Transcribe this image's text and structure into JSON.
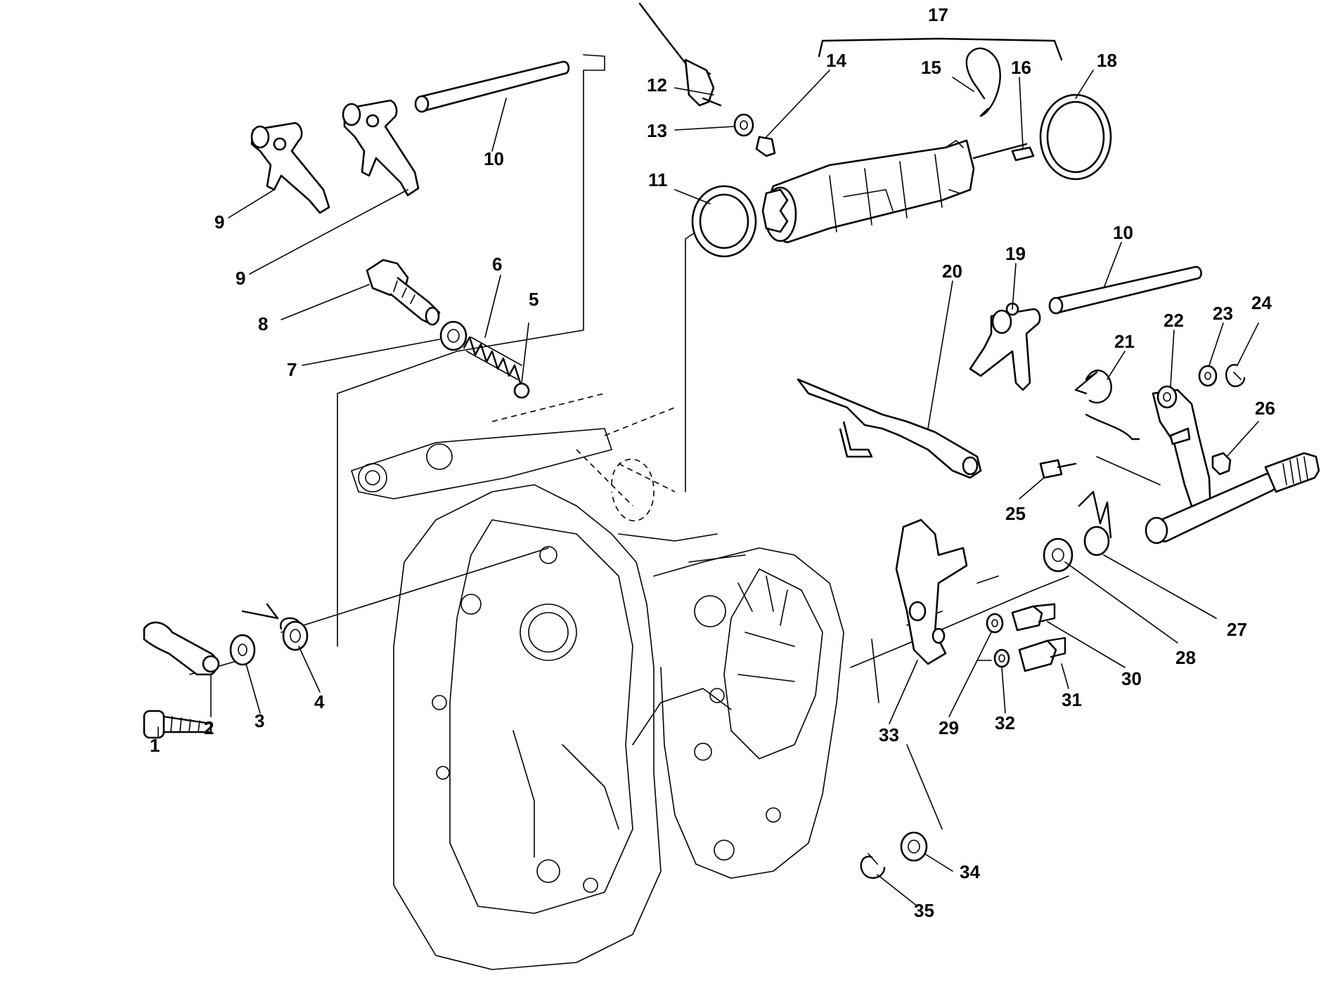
{
  "diagram": {
    "callouts": [
      {
        "id": "c1",
        "text": "1"
      },
      {
        "id": "c2",
        "text": "2"
      },
      {
        "id": "c3",
        "text": "3"
      },
      {
        "id": "c4",
        "text": "4"
      },
      {
        "id": "c5",
        "text": "5"
      },
      {
        "id": "c6",
        "text": "6"
      },
      {
        "id": "c7",
        "text": "7"
      },
      {
        "id": "c8",
        "text": "8"
      },
      {
        "id": "c9a",
        "text": "9"
      },
      {
        "id": "c9b",
        "text": "9"
      },
      {
        "id": "c10a",
        "text": "10"
      },
      {
        "id": "c10b",
        "text": "10"
      },
      {
        "id": "c11",
        "text": "11"
      },
      {
        "id": "c12",
        "text": "12"
      },
      {
        "id": "c13",
        "text": "13"
      },
      {
        "id": "c14",
        "text": "14"
      },
      {
        "id": "c15",
        "text": "15"
      },
      {
        "id": "c16",
        "text": "16"
      },
      {
        "id": "c17",
        "text": "17"
      },
      {
        "id": "c18",
        "text": "18"
      },
      {
        "id": "c19",
        "text": "19"
      },
      {
        "id": "c20",
        "text": "20"
      },
      {
        "id": "c21",
        "text": "21"
      },
      {
        "id": "c22",
        "text": "22"
      },
      {
        "id": "c23",
        "text": "23"
      },
      {
        "id": "c24",
        "text": "24"
      },
      {
        "id": "c25",
        "text": "25"
      },
      {
        "id": "c26",
        "text": "26"
      },
      {
        "id": "c27",
        "text": "27"
      },
      {
        "id": "c28",
        "text": "28"
      },
      {
        "id": "c29",
        "text": "29"
      },
      {
        "id": "c30",
        "text": "30"
      },
      {
        "id": "c31",
        "text": "31"
      },
      {
        "id": "c32",
        "text": "32"
      },
      {
        "id": "c33",
        "text": "33"
      },
      {
        "id": "c34",
        "text": "34"
      },
      {
        "id": "c35",
        "text": "35"
      }
    ]
  }
}
